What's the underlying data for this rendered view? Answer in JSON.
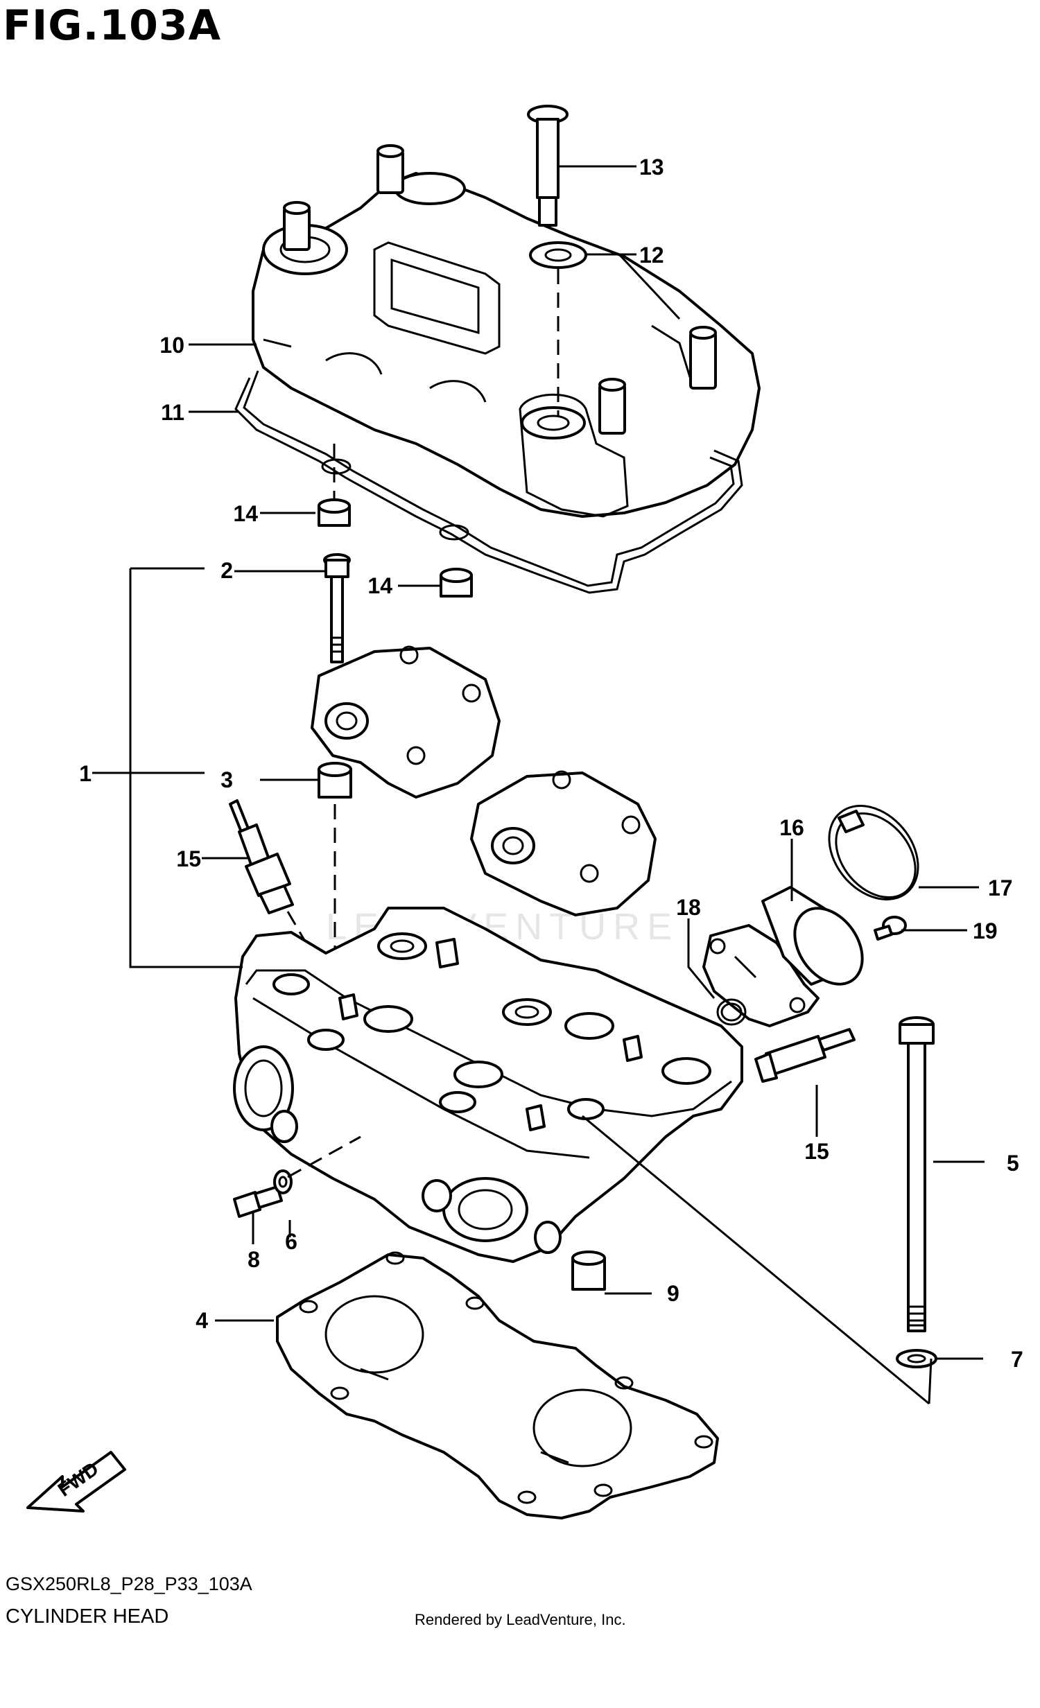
{
  "figure": {
    "title": "FIG.103A",
    "code": "GSX250RL8_P28_P33_103A",
    "caption": "CYLINDER HEAD",
    "rendered_by": "Rendered by LeadVenture, Inc.",
    "watermark": "LEADVENTURE",
    "fwd_label": "FWD"
  },
  "callouts": {
    "c1": "1",
    "c2": "2",
    "c3": "3",
    "c4": "4",
    "c5": "5",
    "c6": "6",
    "c7": "7",
    "c8": "8",
    "c9": "9",
    "c10": "10",
    "c11": "11",
    "c12": "12",
    "c13": "13",
    "c14a": "14",
    "c14b": "14",
    "c15a": "15",
    "c15b": "15",
    "c16": "16",
    "c17": "17",
    "c18": "18",
    "c19": "19"
  }
}
